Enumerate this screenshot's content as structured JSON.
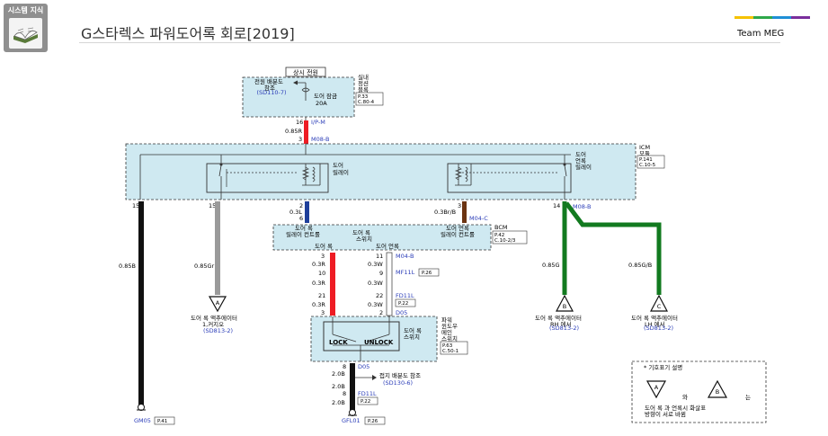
{
  "header": {
    "badge_label": "시스템 지식",
    "badge_icon": "open-book-icon",
    "title": "G스타렉스 파워도어록 회로[2019]",
    "team": "Team MEG",
    "team_colors": [
      "#f5c200",
      "#2ea84a",
      "#1f8fd6",
      "#7a2e9c"
    ]
  },
  "diagram": {
    "fuse_box": {
      "top_label": "상시 전원",
      "power_label": "전원 배분도\n참조",
      "power_ref": "(SD110-7)",
      "fuse_name": "도어 잠금",
      "fuse_rating": "20A",
      "side_label": "실내\n정션\n블록",
      "page_ref": [
        "P.33",
        "C.80-4"
      ]
    },
    "wires_top": {
      "pin16": "16",
      "wire16": "I/P-M",
      "size": "0.85R",
      "pin3": "3",
      "conn": "M08-B"
    },
    "icm": {
      "side_label": "ICM\n모듈",
      "page_ref": [
        "P.141",
        "C.10-5"
      ],
      "relay_left": "도어\n릴레이",
      "relay_right": "도어\n언록\n릴레이"
    },
    "icm_pins": {
      "p15a": "15",
      "p15b": "15",
      "p2": "2",
      "p6": "6",
      "w2": "0.3L",
      "p3": "3",
      "w3": "0.3Br/B",
      "conn_c": "M04-C",
      "p14": "14",
      "conn_b": "M08-B"
    },
    "bcm": {
      "label": "BCM",
      "page_ref": [
        "P.42",
        "C.10-2/3"
      ],
      "lock_out": "도어 록\n릴레이 컨트롤",
      "unlock_out": "도어 언록\n릴레이 컨트롤",
      "switch": "도어 록\n스위치",
      "lock_word": "도어 록",
      "unlock_word": "도어 언록"
    },
    "mid_wires": {
      "p3": "3",
      "p11": "11",
      "conn": "M04-B",
      "r1": "0.3R",
      "w1": "0.3W",
      "p10": "10",
      "p9": "9",
      "conn2": "MF11L",
      "ref2": "P.26",
      "r2": "0.3R",
      "w2": "0.3W",
      "p21": "21",
      "p22": "22",
      "conn3": "FD11L",
      "ref3": "P.22",
      "r3": "0.3R",
      "w3": "0.3W",
      "p3b": "3",
      "p2b": "2",
      "conn4": "D05"
    },
    "switch": {
      "lock": "LOCK",
      "unlock": "UNLOCK",
      "name": "도어 록\n스위치",
      "side_label": "파워\n윈도우\n메인\n스위치",
      "page_ref": [
        "P.63",
        "C.50-1"
      ]
    },
    "ground_wires": {
      "p8": "8",
      "conn": "D05",
      "size1": "2.0B",
      "gnd_label": "접지 배분도 참조",
      "gnd_ref": "(SD130-6)",
      "size2": "2.0B",
      "p8b": "8",
      "conn2": "FD11L",
      "ref2": "P.22",
      "size3": "2.0B",
      "gnd_name": "GFL01",
      "gnd_page": "P.26"
    },
    "left_wires": {
      "w_black": "0.85B",
      "w_gray": "0.85Gr",
      "actuator_a_label": "도어 록 액추에이터\n1,커지오",
      "actuator_a_ref": "(SD813-2)",
      "gnd_name": "GM05",
      "gnd_page": "P.41",
      "tri_a": "A"
    },
    "right_wires": {
      "w_green": "0.85G",
      "w_gb": "0.85G/B",
      "tri_b": "B",
      "tri_c": "C",
      "actuator_b_label": "도어 록 액추에이터\nRH 에서",
      "actuator_b_ref": "(SD813-2)",
      "actuator_c_label": "도어 록 액추에이터\nLH 에서",
      "actuator_c_ref": "(SD813-2)"
    },
    "legend": {
      "title": "* 기호표기 설명",
      "tri_a": "A",
      "tri_b": "B",
      "and": "와",
      "suffix": "는",
      "desc": "도어 록 과 언록시 화살표\n방향이 서로 바뀜"
    },
    "colors": {
      "red": "#ee1c24",
      "black": "#111111",
      "gray": "#9a9a9a",
      "green": "#127a1f",
      "blue": "#1f3f9a",
      "brown": "#6b3412",
      "panel": "#cfe9f1",
      "link": "#2a3cb8"
    }
  }
}
